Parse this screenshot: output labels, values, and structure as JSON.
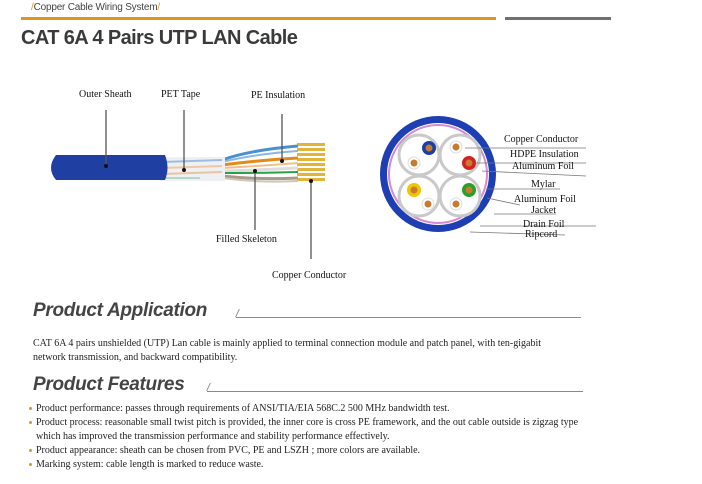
{
  "header": {
    "breadcrumb": "Copper Cable Wiring System",
    "title": "CAT 6A 4 Pairs UTP LAN Cable"
  },
  "cable_diagram": {
    "labels": {
      "outer_sheath": "Outer Sheath",
      "pet_tape": "PET Tape",
      "pe_insulation": "PE  Insulation",
      "filled_skeleton": "Filled Skeleton",
      "copper_conductor": "Copper Conductor"
    }
  },
  "cross_section": {
    "labels": [
      "Copper Conductor",
      "HDPE Insulation",
      "Aluminum Foil",
      "Mylar",
      "Aluminum Foil",
      "Jacket",
      "Drain Foil",
      "Ripcord"
    ],
    "colors": {
      "jacket": "#1d3fb3",
      "mylar": "#d48ad4",
      "pair_blue": "#1b3fa8",
      "pair_red": "#d42020",
      "pair_yellow": "#f2c500",
      "pair_green": "#2aa02a",
      "copper": "#c87b2e"
    }
  },
  "application": {
    "heading": "Product Application",
    "text": "CAT 6A 4 pairs unshielded (UTP) Lan cable is mainly applied to terminal connection module and patch panel, with ten-gigabit network transmission, and backward compatibility."
  },
  "features": {
    "heading": "Product Features",
    "items": [
      "Product performance: passes through requirements of ANSI/TIA/EIA 568C.2 500 MHz bandwidth test.",
      "Product process: reasonable small twist pitch is provided, the inner core is cross PE framework,  and the out cable outside is zigzag type which has improved the transmission performance and stability performance effectively.",
      "Product appearance: sheath can be chosen from PVC, PE and LSZH ;  more colors are available.",
      "Marking system: cable length is marked to reduce waste."
    ]
  },
  "theme": {
    "accent": "#e0951c",
    "gray_bar": "#707070",
    "heading_color": "#444444"
  }
}
